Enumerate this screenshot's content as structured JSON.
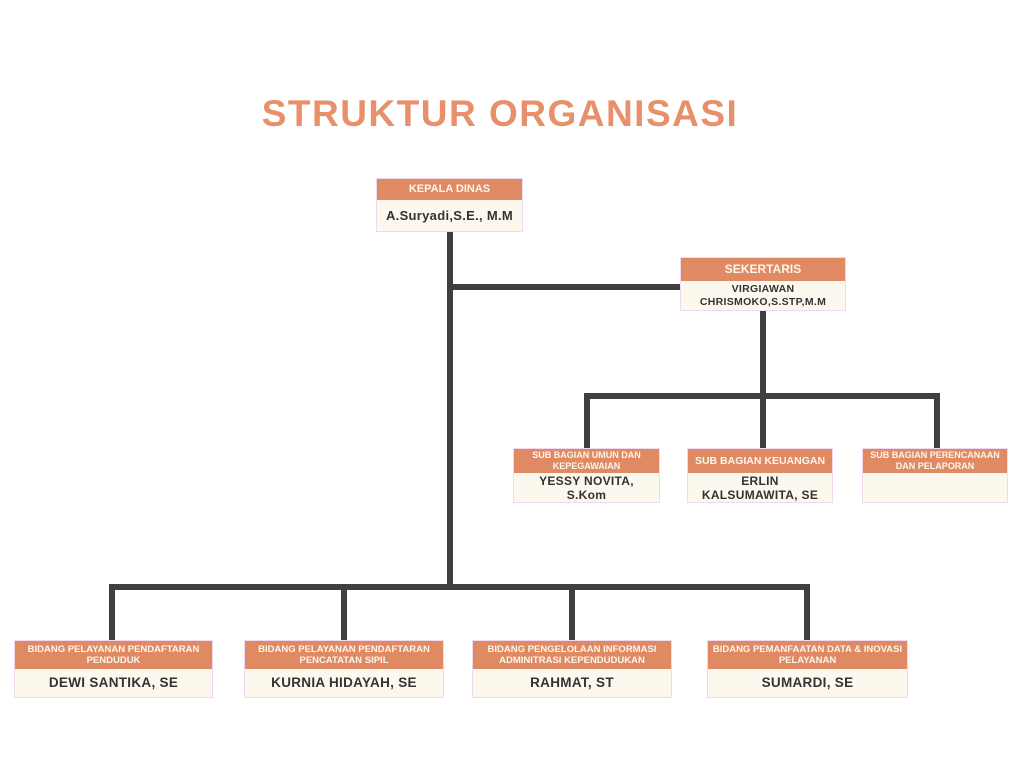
{
  "title": "STRUKTUR ORGANISASI",
  "theme": {
    "title_color": "#E8906B",
    "node_header_bg": "#E08A64",
    "node_header_text": "#FCF5EA",
    "node_body_bg": "#FDF8EE",
    "node_border": "#F0D8F1",
    "connector_color": "#3F3F3F"
  },
  "nodes": {
    "kepala": {
      "title": "KEPALA DINAS",
      "name": "A.Suryadi,S.E., M.M"
    },
    "sekertaris": {
      "title": "SEKERTARIS",
      "name": "VIRGIAWAN CHRISMOKO,S.STP,M.M"
    },
    "sub_umum": {
      "title": "SUB BAGIAN UMUN DAN KEPEGAWAIAN",
      "name": "YESSY NOVITA, S.Kom"
    },
    "sub_keuangan": {
      "title": "SUB BAGIAN KEUANGAN",
      "name": "ERLIN KALSUMAWITA, SE"
    },
    "sub_perencanaan": {
      "title": "SUB BAGIAN PERENCANAAN DAN PELAPORAN",
      "name": ""
    },
    "bidang_penduduk": {
      "title": "BIDANG PELAYANAN PENDAFTARAN PENDUDUK",
      "name": "DEWI SANTIKA, SE"
    },
    "bidang_sipil": {
      "title": "BIDANG PELAYANAN PENDAFTARAN PENCATATAN SIPIL",
      "name": "KURNIA HIDAYAH, SE"
    },
    "bidang_informasi": {
      "title": "BIDANG PENGELOLAAN INFORMASI ADMINITRASI KEPENDUDUKAN",
      "name": "RAHMAT, ST"
    },
    "bidang_data": {
      "title": "BIDANG PEMANFAATAN DATA & INOVASI PELAYANAN",
      "name": "SUMARDI, SE"
    }
  },
  "hierarchy": [
    {
      "parent": "KEPALA DINAS",
      "children": [
        "SEKERTARIS",
        "BIDANG PELAYANAN PENDAFTARAN PENDUDUK",
        "BIDANG PELAYANAN PENDAFTARAN PENCATATAN SIPIL",
        "BIDANG PENGELOLAAN INFORMASI ADMINITRASI KEPENDUDUKAN",
        "BIDANG PEMANFAATAN DATA & INOVASI PELAYANAN"
      ]
    },
    {
      "parent": "SEKERTARIS",
      "children": [
        "SUB BAGIAN UMUN DAN KEPEGAWAIAN",
        "SUB BAGIAN KEUANGAN",
        "SUB BAGIAN PERENCANAAN DAN PELAPORAN"
      ]
    }
  ]
}
